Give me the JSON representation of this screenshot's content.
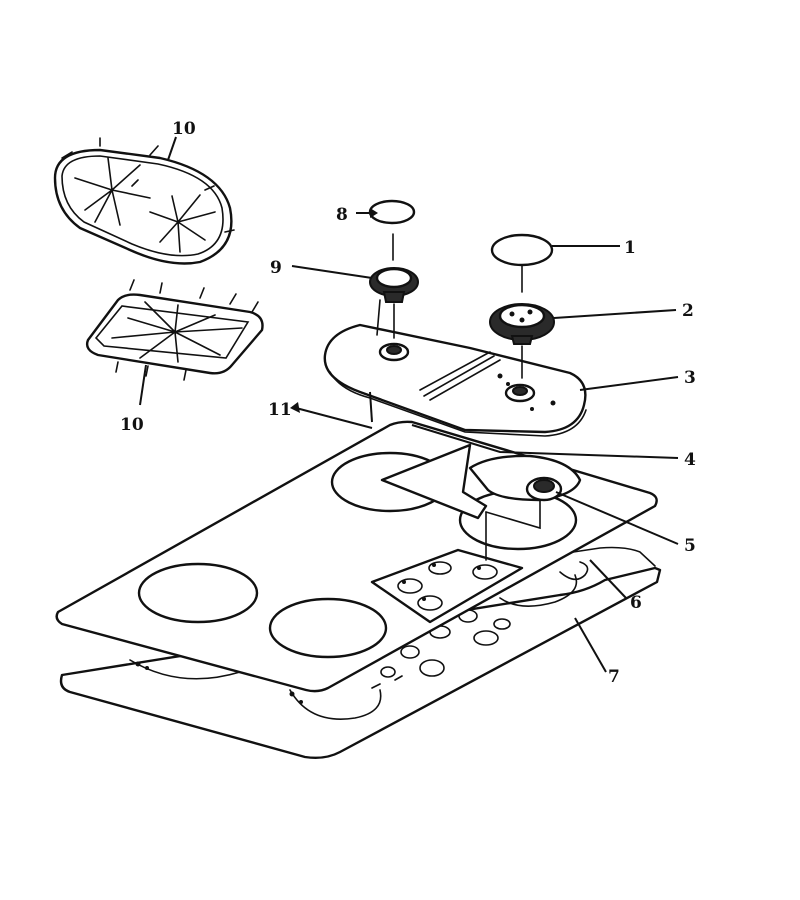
{
  "callouts": {
    "c1": "1",
    "c2": "2",
    "c3": "3",
    "c4": "4",
    "c5": "5",
    "c6": "6",
    "c7": "7",
    "c8": "8",
    "c9": "9",
    "c10a": "10",
    "c10b": "10",
    "c11": "11"
  },
  "colors": {
    "ink": "#111111",
    "background": "#ffffff"
  }
}
